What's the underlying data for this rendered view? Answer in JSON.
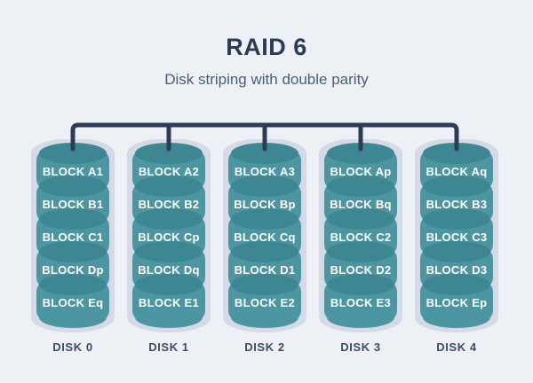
{
  "title": "RAID 6",
  "subtitle": "Disk striping with double parity",
  "disks": [
    {
      "name": "DISK 0",
      "blocks": [
        "BLOCK A1",
        "BLOCK B1",
        "BLOCK C1",
        "BLOCK Dp",
        "BLOCK Eq"
      ]
    },
    {
      "name": "DISK 1",
      "blocks": [
        "BLOCK A2",
        "BLOCK B2",
        "BLOCK Cp",
        "BLOCK Dq",
        "BLOCK E1"
      ]
    },
    {
      "name": "DISK 2",
      "blocks": [
        "BLOCK A3",
        "BLOCK Bp",
        "BLOCK Cq",
        "BLOCK D1",
        "BLOCK E2"
      ]
    },
    {
      "name": "DISK 3",
      "blocks": [
        "BLOCK Ap",
        "BLOCK Bq",
        "BLOCK C2",
        "BLOCK D2",
        "BLOCK E3"
      ]
    },
    {
      "name": "DISK 4",
      "blocks": [
        "BLOCK Aq",
        "BLOCK B3",
        "BLOCK C3",
        "BLOCK D3",
        "BLOCK Ep"
      ]
    }
  ],
  "colors": {
    "background": "#edf0f4",
    "cylinder_body": "#4e95a2",
    "cylinder_top": "#3d8793",
    "stack_outline": "#d5dae7",
    "bus_line": "#2d3b55",
    "title_text": "#2d3b55",
    "subtitle_text": "#4c5d75",
    "disk_label_text": "#3d4d67",
    "block_text": "#ffffff"
  }
}
